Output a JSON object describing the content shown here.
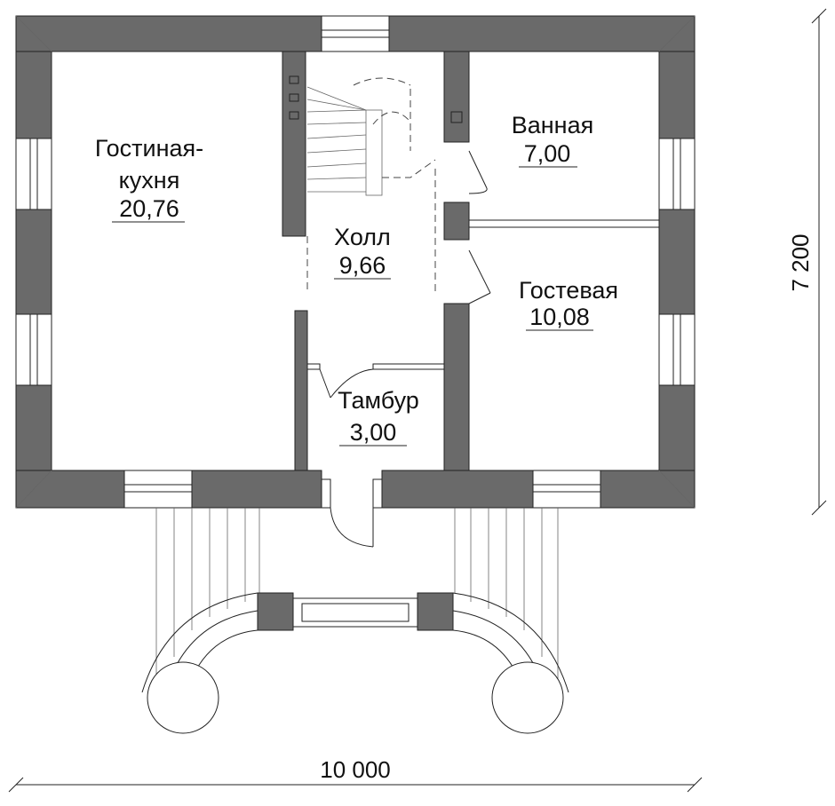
{
  "rooms": {
    "living_kitchen": {
      "name_line1": "Гостиная-",
      "name_line2": "кухня",
      "area": "20,76"
    },
    "bathroom": {
      "name": "Ванная",
      "area": "7,00"
    },
    "hall": {
      "name": "Холл",
      "area": "9,66"
    },
    "guest": {
      "name": "Гостевая",
      "area": "10,08"
    },
    "vestibule": {
      "name": "Тамбур",
      "area": "3,00"
    }
  },
  "dimensions": {
    "width": "10 000",
    "height": "7 200"
  }
}
